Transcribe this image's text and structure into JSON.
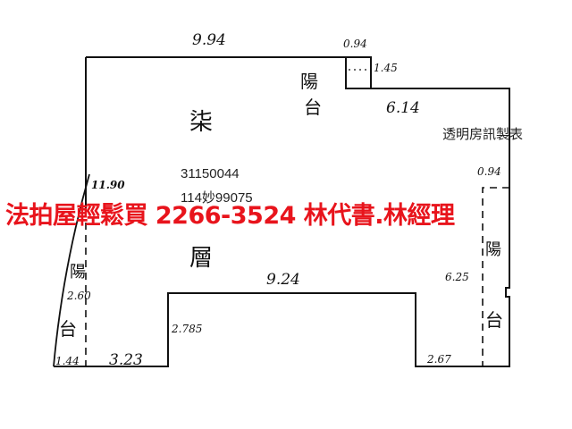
{
  "floor_plan": {
    "floor_label_top": "柒",
    "floor_label_bottom": "層",
    "parcel_number": "31150044",
    "case_number": "114妙99075",
    "watermark": "透明房訊製表",
    "balcony_label_top": "陽",
    "balcony_label_bottom": "台",
    "dimensions": {
      "top_wall": "9.94",
      "small_box_width": "0.94",
      "small_box_height": "1.45",
      "right_upper_wall": "6.14",
      "left_wall": "11.90",
      "right_balcony_width": "0.94",
      "right_balcony_length": "6.25",
      "inner_bottom_wall": "9.24",
      "inner_left_wall": "2.785",
      "bottom_left_wall": "3.23",
      "bottom_right_wall": "2.67",
      "left_balcony_bottom": "1.44",
      "left_balcony_mid": "2.60"
    }
  },
  "banner": {
    "text": "法拍屋輕鬆買  2266-3524  林代書.林經理",
    "color": "#e8141c"
  }
}
